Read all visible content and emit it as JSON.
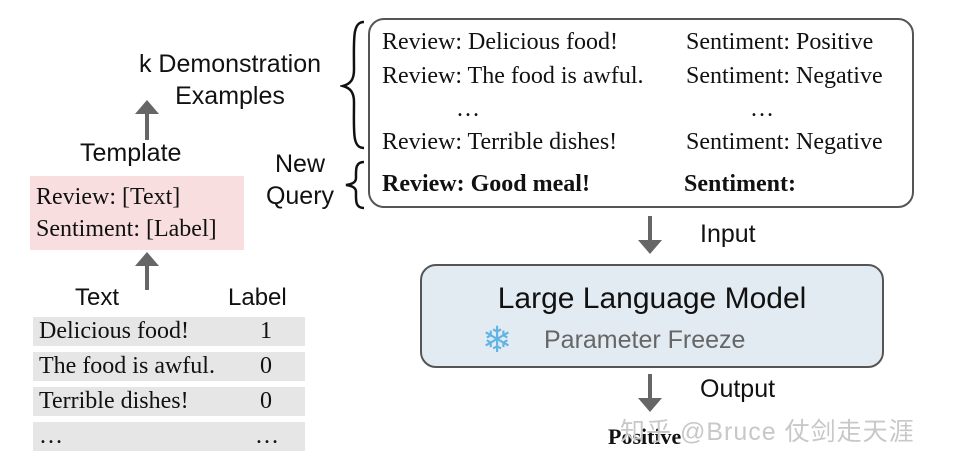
{
  "left": {
    "k_demo_label_line1": "k Demonstration",
    "k_demo_label_line2": "Examples",
    "template_label": "Template",
    "template_lines": [
      "Review: [Text]",
      "Sentiment: [Label]"
    ],
    "table": {
      "headers": [
        "Text",
        "Label"
      ],
      "rows": [
        [
          "Delicious food!",
          "1"
        ],
        [
          "The food is awful.",
          "0"
        ],
        [
          "Terrible dishes!",
          "0"
        ],
        [
          "…",
          "…"
        ]
      ]
    },
    "new_query_line1": "New",
    "new_query_line2": "Query"
  },
  "prompt": {
    "rows": [
      {
        "review": "Review: Delicious food!",
        "sentiment": "Sentiment: Positive"
      },
      {
        "review": "Review: The food is awful.",
        "sentiment": "Sentiment: Negative"
      },
      {
        "review": "…",
        "sentiment": "…"
      },
      {
        "review": "Review: Terrible dishes!",
        "sentiment": "Sentiment: Negative"
      }
    ],
    "query_review": "Review: Good meal!",
    "query_sentiment": "Sentiment:"
  },
  "flow": {
    "input_label": "Input",
    "output_label": "Output",
    "llm_title": "Large Language Model",
    "freeze_text": "Parameter Freeze",
    "snowflake_glyph": "❄",
    "result": "Positive"
  },
  "watermark": "知乎 @Bruce 仗剑走天涯",
  "colors": {
    "template_bg": "#f8dede",
    "table_bg": "#e6e6e6",
    "llm_bg": "#e3ebf2",
    "arrow": "#666666",
    "snowflake": "#5fb4e6"
  }
}
